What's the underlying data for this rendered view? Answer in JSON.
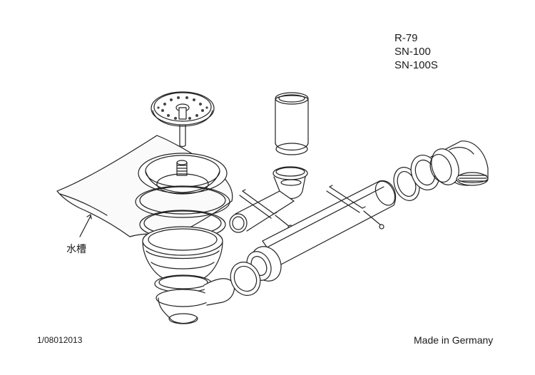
{
  "models": [
    "R-79",
    "SN-100",
    "SN-100S"
  ],
  "sink_label": "水槽",
  "doc_code": "1/08012013",
  "made_in": "Made in Germany"
}
